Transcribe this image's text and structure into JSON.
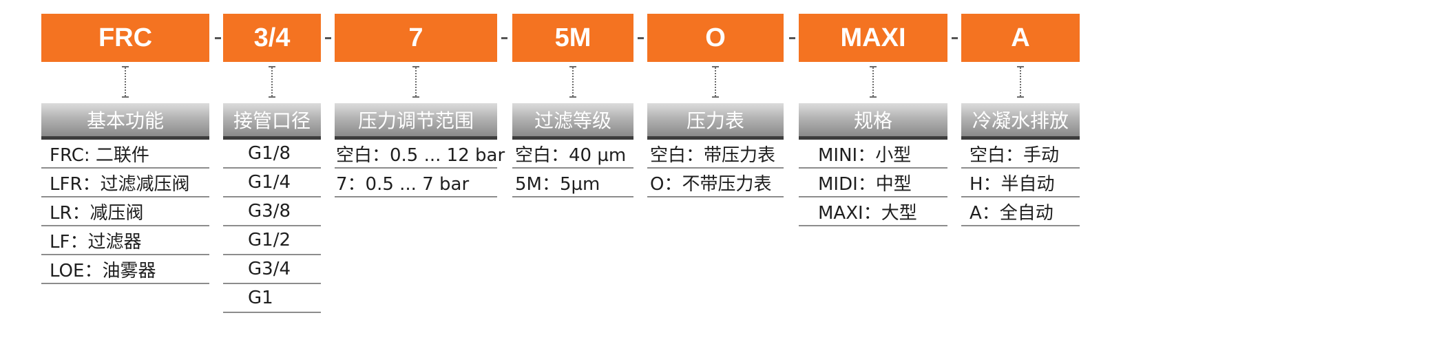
{
  "separator": "-",
  "columns": [
    {
      "code": "FRC",
      "title": "基本功能",
      "items": [
        "FRC: 二联件",
        "LFR：过滤减压阀",
        "LR：减压阀",
        "LF：过滤器",
        "LOE：油雾器"
      ]
    },
    {
      "code": "3/4",
      "title": "接管口径",
      "items": [
        "G1/8",
        "G1/4",
        "G3/8",
        "G1/2",
        "G3/4",
        "G1"
      ]
    },
    {
      "code": "7",
      "title": "压力调节范围",
      "items": [
        "空白：0.5 ... 12 bar",
        "7：0.5 ... 7 bar"
      ]
    },
    {
      "code": "5M",
      "title": "过滤等级",
      "items": [
        "空白：40 µm",
        "5M：5µm"
      ]
    },
    {
      "code": "O",
      "title": "压力表",
      "items": [
        "空白：带压力表",
        "O：不带压力表"
      ]
    },
    {
      "code": "MAXI",
      "title": "规格",
      "items": [
        "MINI：小型",
        "MIDI：中型",
        "MAXI：大型"
      ]
    },
    {
      "code": "A",
      "title": "冷凝水排放",
      "items": [
        "空白：手动",
        "H：半自动",
        "A：全自动"
      ]
    }
  ],
  "colors": {
    "code_bg": "#f47321",
    "header_grad_top": "#dcdcdc",
    "header_grad_bottom": "#8a8a8a",
    "header_rule": "#3c3c3c"
  }
}
